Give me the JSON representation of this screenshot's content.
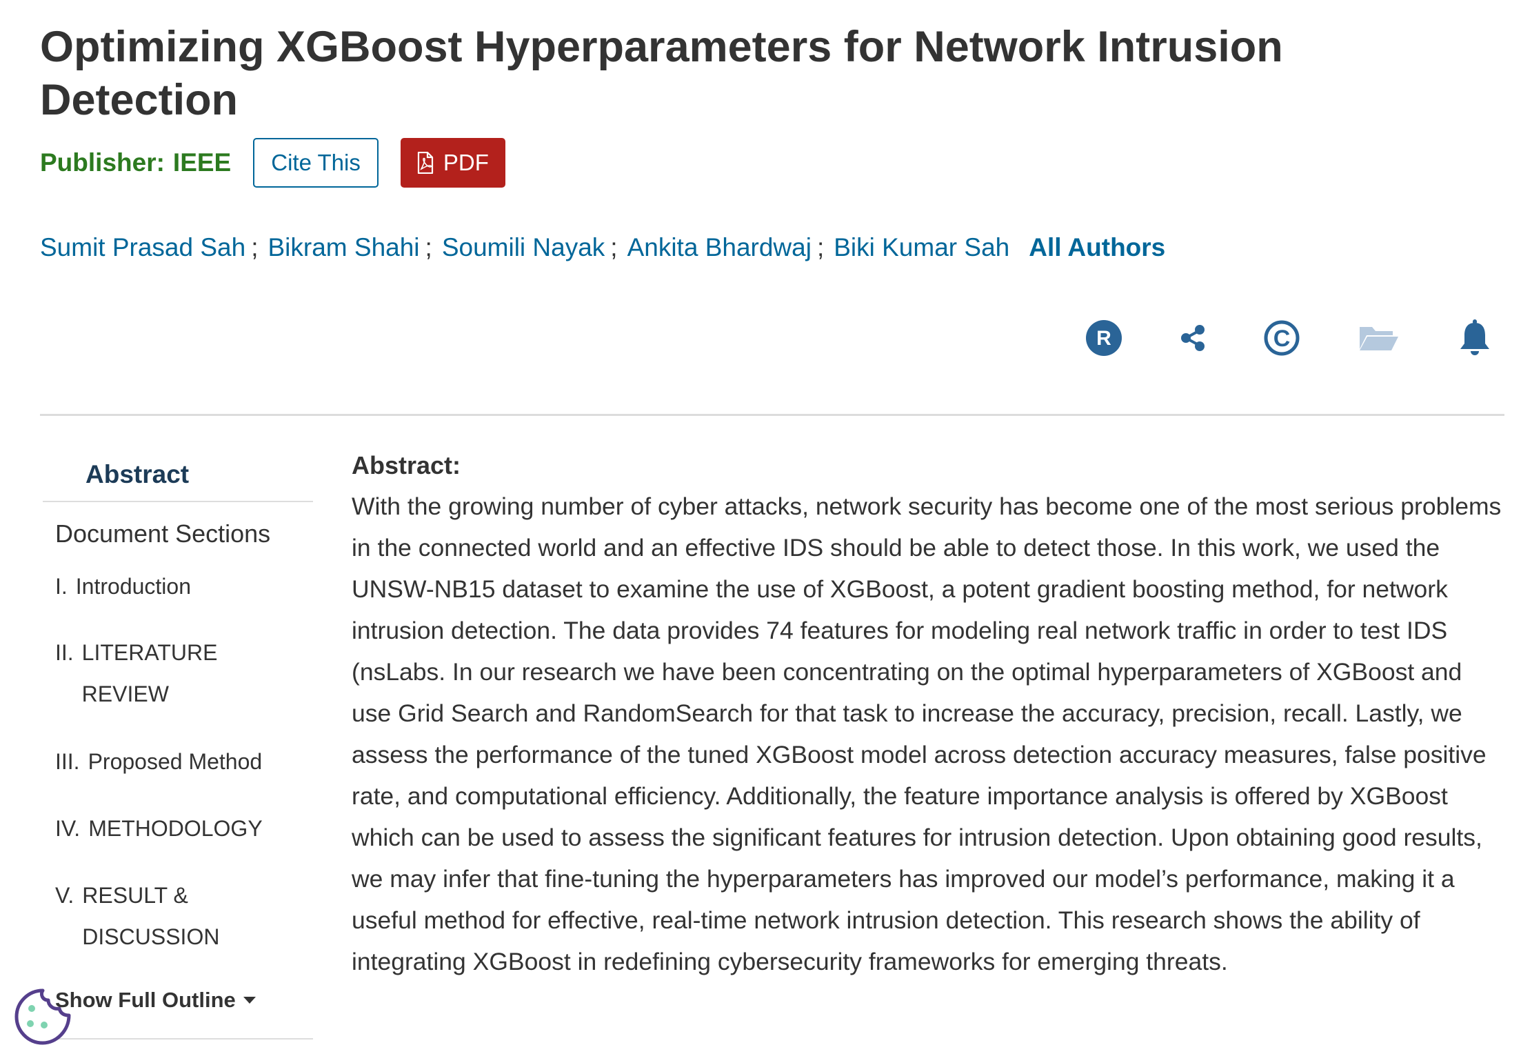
{
  "title": "Optimizing XGBoost Hyperparameters for Network Intrusion Detection",
  "publisher": {
    "label": "Publisher:",
    "value": "IEEE"
  },
  "buttons": {
    "cite": "Cite This",
    "pdf": "PDF"
  },
  "authors": [
    "Sumit Prasad Sah",
    "Bikram Shahi",
    "Soumili Nayak",
    "Ankita Bhardwaj",
    "Biki Kumar Sah"
  ],
  "author_separator": ";",
  "all_authors": "All Authors",
  "action_icons": [
    "rights-icon",
    "share-icon",
    "copyright-icon",
    "folder-icon",
    "bell-icon"
  ],
  "icon_glyphs": {
    "rights": "R",
    "copyright": "C"
  },
  "sidebar": {
    "abstract": "Abstract",
    "document_sections": "Document Sections",
    "outline": [
      {
        "num": "I.",
        "label": "Introduction"
      },
      {
        "num": "II.",
        "label": "LITERATURE REVIEW"
      },
      {
        "num": "III.",
        "label": "Proposed Method"
      },
      {
        "num": "IV.",
        "label": "METHODOLOGY"
      },
      {
        "num": "V.",
        "label": "RESULT & DISCUSSION"
      }
    ],
    "show_full_outline": "Show Full Outline"
  },
  "abstract": {
    "label": "Abstract:",
    "text": "With the growing number of cyber attacks, network security has become one of the most serious problems in the connected world and an effective IDS should be able to detect those. In this work, we used the UNSW-NB15 dataset to examine the use of XGBoost, a potent gradient boosting method, for network intrusion detection. The data provides 74 features for modeling real network traffic in order to test IDS (nsLabs. In our research we have been concentrating on the optimal hyperparameters of XGBoost and use Grid Search and RandomSearch for that task to increase the accuracy, precision, recall. Lastly, we assess the performance of the tuned XGBoost model across detection accuracy measures, false positive rate, and computational efficiency. Additionally, the feature importance analysis is offered by XGBoost which can be used to assess the significant features for intrusion detection. Upon obtaining good results, we may infer that fine-tuning the hyperparameters has improved our model’s performance, making it a useful method for effective, real-time network intrusion detection. This research shows the ability of integrating XGBoost in redefining cybersecurity frameworks for emerging threats."
  },
  "colors": {
    "link": "#006699",
    "publisher": "#2c7a1f",
    "pdf_button": "#b3211c",
    "icon": "#2a6497",
    "icon_folder": "#b5c9de",
    "text": "#333333",
    "cookie": "#553f8c",
    "cookie_dots": "#7fd3b0"
  }
}
